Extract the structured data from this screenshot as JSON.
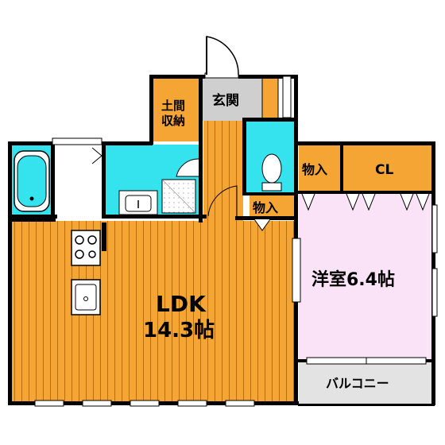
{
  "rooms": {
    "ldk_name": "LDK",
    "ldk_size": "14.3帖",
    "western_room": "洋室6.4帖",
    "entrance": "玄関",
    "earth_storage_line1": "土間",
    "earth_storage_line2": "収納",
    "storage_1": "物入",
    "storage_2": "物入",
    "closet": "CL",
    "balcony": "バルコニー"
  },
  "colors": {
    "floor_wood": "#F5A533",
    "floor_line": "#B86E10",
    "water_area": "#35E3EE",
    "bedroom": "#FBE3F7",
    "entrance_floor": "#CFCFCF",
    "balcony": "#E3E3E3",
    "wall": "#000000"
  }
}
